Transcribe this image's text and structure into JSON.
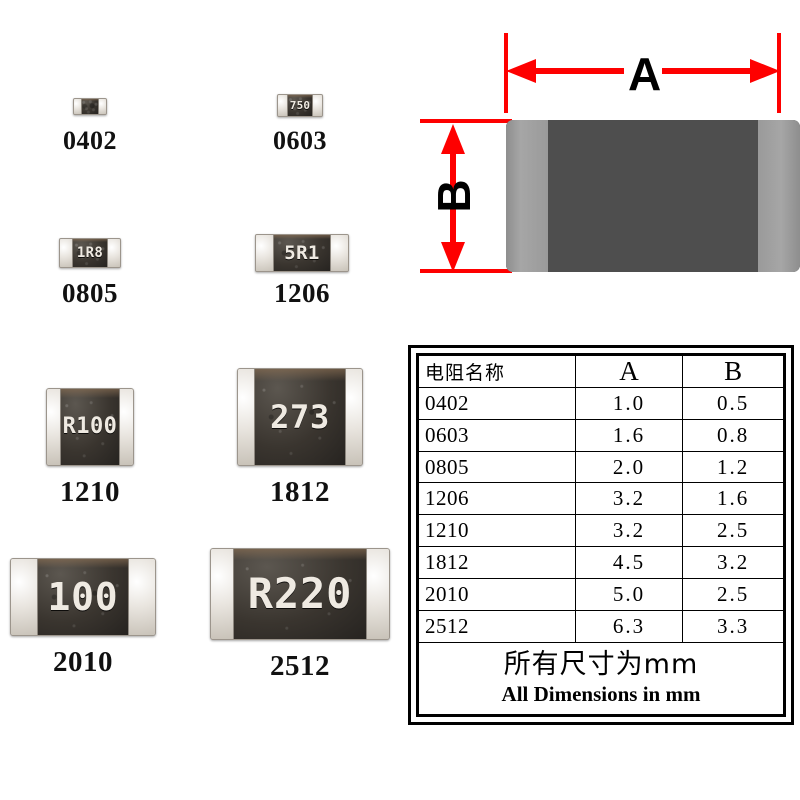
{
  "meta": {
    "title": "SMD Chip Resistor Package Size Chart"
  },
  "packages": [
    {
      "name": "0402",
      "marking": "",
      "label": "0402"
    },
    {
      "name": "0603",
      "marking": "750",
      "label": "0603"
    },
    {
      "name": "0805",
      "marking": "1R8",
      "label": "0805"
    },
    {
      "name": "1206",
      "marking": "5R1",
      "label": "1206"
    },
    {
      "name": "1210",
      "marking": "R100",
      "label": "1210"
    },
    {
      "name": "1812",
      "marking": "273",
      "label": "1812"
    },
    {
      "name": "2010",
      "marking": "100",
      "label": "2010"
    },
    {
      "name": "2512",
      "marking": "R220",
      "label": "2512"
    }
  ],
  "diagram": {
    "length_label": "A",
    "width_label": "B",
    "terminal_color": "#9a9a9a",
    "body_color": "#4e4e4e",
    "dimension_line_color": "#fe0000"
  },
  "table": {
    "headers": [
      "电阻名称",
      "A",
      "B"
    ],
    "rows": [
      {
        "name": "0402",
        "a": "1.0",
        "b": "0.5"
      },
      {
        "name": "0603",
        "a": "1.6",
        "b": "0.8"
      },
      {
        "name": "0805",
        "a": "2.0",
        "b": "1.2"
      },
      {
        "name": "1206",
        "a": "3.2",
        "b": "1.6"
      },
      {
        "name": "1210",
        "a": "3.2",
        "b": "2.5"
      },
      {
        "name": "1812",
        "a": "4.5",
        "b": "3.2"
      },
      {
        "name": "2010",
        "a": "5.0",
        "b": "2.5"
      },
      {
        "name": "2512",
        "a": "6.3",
        "b": "3.3"
      }
    ],
    "footer_cn": "所有尺寸为mm",
    "footer_en": "All Dimensions in mm"
  },
  "chart_data": {
    "type": "table",
    "title": "SMD Resistor Package Dimensions",
    "categories": [
      "0402",
      "0603",
      "0805",
      "1206",
      "1210",
      "1812",
      "2010",
      "2512"
    ],
    "series": [
      {
        "name": "A",
        "values": [
          1.0,
          1.6,
          2.0,
          3.2,
          3.2,
          4.5,
          5.0,
          6.3
        ]
      },
      {
        "name": "B",
        "values": [
          0.5,
          0.8,
          1.2,
          1.6,
          2.5,
          3.2,
          2.5,
          3.3
        ]
      }
    ],
    "units": "mm",
    "xlabel": "电阻名称",
    "ylabel": "mm"
  }
}
